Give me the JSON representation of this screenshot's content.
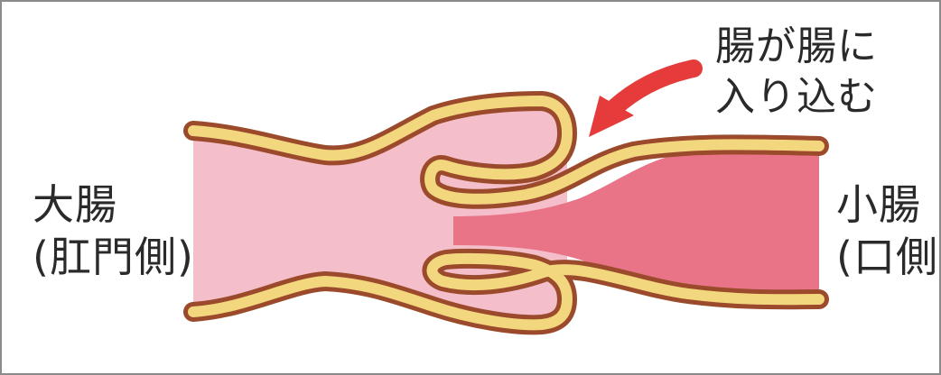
{
  "labels": {
    "large_intestine": {
      "line1": "大腸",
      "line2": "(肛門側)"
    },
    "small_intestine": {
      "line1": "小腸",
      "line2": "(口側)"
    },
    "annotation": {
      "line1": "腸が腸に",
      "line2": "入り込む"
    }
  },
  "colors": {
    "large_intestine_fill": "#f4bfcb",
    "small_intestine_fill": "#e97487",
    "wall_fill": "#f3d77e",
    "wall_outline": "#9b4a2c",
    "arrow": "#e63b3b",
    "frame": "#8a8a8a"
  }
}
